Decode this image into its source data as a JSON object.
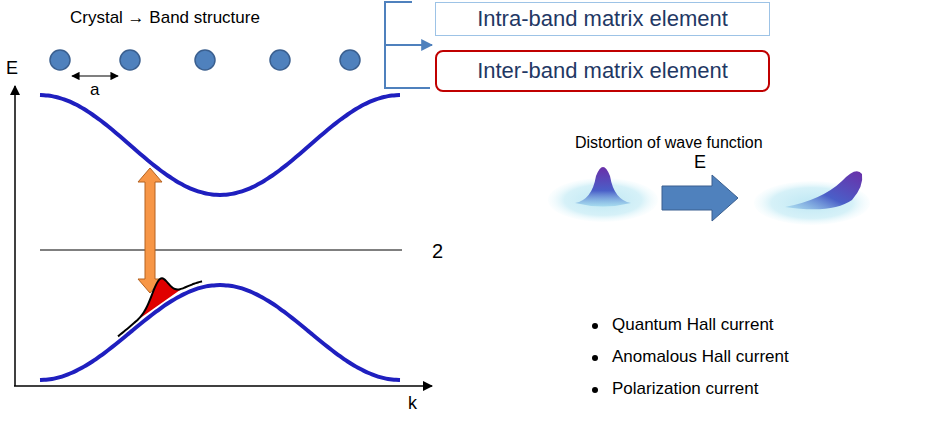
{
  "diagram": {
    "nodes": [
      {
        "text": [
          "Intra-band matrix element"
        ]
      },
      {
        "text": [
          "Inter-band matrix element"
        ]
      }
    ],
    "labels": [
      "Crystal → Band structure",
      "a",
      "E",
      "k",
      "2",
      "Distortion of wave function",
      "E",
      "Quantum Hall current",
      "Anomalous Hall current",
      "Polarization current"
    ]
  }
}
